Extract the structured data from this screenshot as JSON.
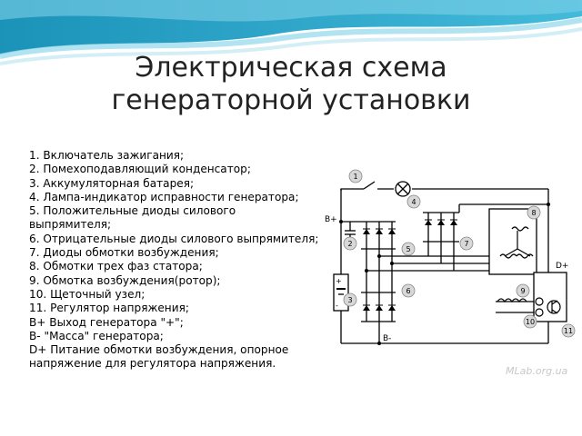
{
  "slide": {
    "title_line1": "Электрическая схема",
    "title_line2": "генераторной установки",
    "legend": [
      "1. Включатель зажигания;",
      "2. Помехоподавляющий конденсатор;",
      "3. Аккумуляторная батарея;",
      "4. Лампа-индикатор исправности генератора;",
      "5. Положительные диоды силового выпрямителя;",
      "6. Отрицательные диоды силового выпрямителя;",
      "7. Диоды обмотки возбуждения;",
      "8. Обмотки трех фаз статора;",
      "9. Обмотка возбуждения(ротор);",
      "10. Щеточный узел;",
      "11. Регулятор напряжения;",
      "B+ Выход генератора \"+\";",
      "B- \"Масса\" генератора;",
      "D+ Питание обмотки возбуждения, опорное напряжение для регулятора напряжения."
    ]
  },
  "diagram": {
    "terminals": {
      "b_plus": "B+",
      "b_minus": "B-",
      "d_plus": "D+"
    },
    "callouts": [
      "1",
      "2",
      "3",
      "4",
      "5",
      "6",
      "7",
      "8",
      "9",
      "10",
      "11"
    ],
    "battery_plus": "+",
    "battery_minus": "-",
    "watermark": "MLab.org.ua"
  }
}
